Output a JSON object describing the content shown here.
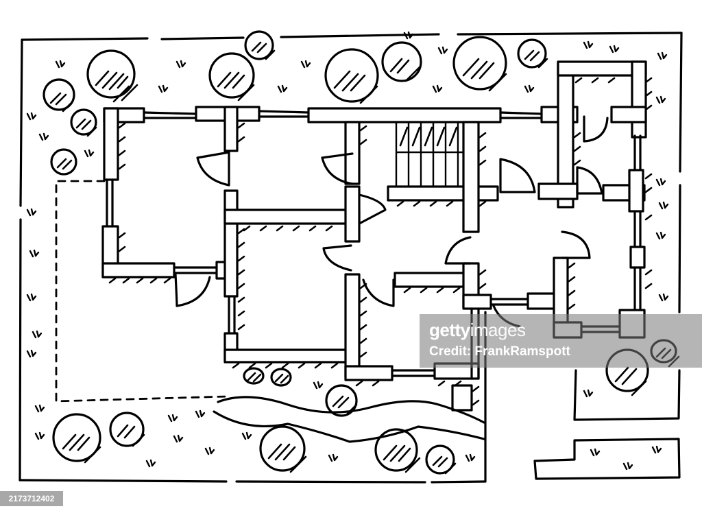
{
  "diagram": {
    "type": "architectural floor plan (hand-drawn sketch)",
    "subject": "house floor plan with garden, trees, path and rooms",
    "elements": {
      "rooms_count": 9,
      "doors_count": 11,
      "staircase": true,
      "trees_count": 20,
      "garden_path": "wavy path at bottom",
      "terrace_dashed_outline": true
    }
  },
  "watermark": {
    "brand_bold": "getty",
    "brand_light": "images",
    "credit": "Credit: FrankRamspott"
  },
  "image_id": "2173712402",
  "colors": {
    "ink": "#000000",
    "paper": "#ffffff",
    "watermark_bg": "#808080",
    "id_strip_bg": "#a8a8a8"
  }
}
